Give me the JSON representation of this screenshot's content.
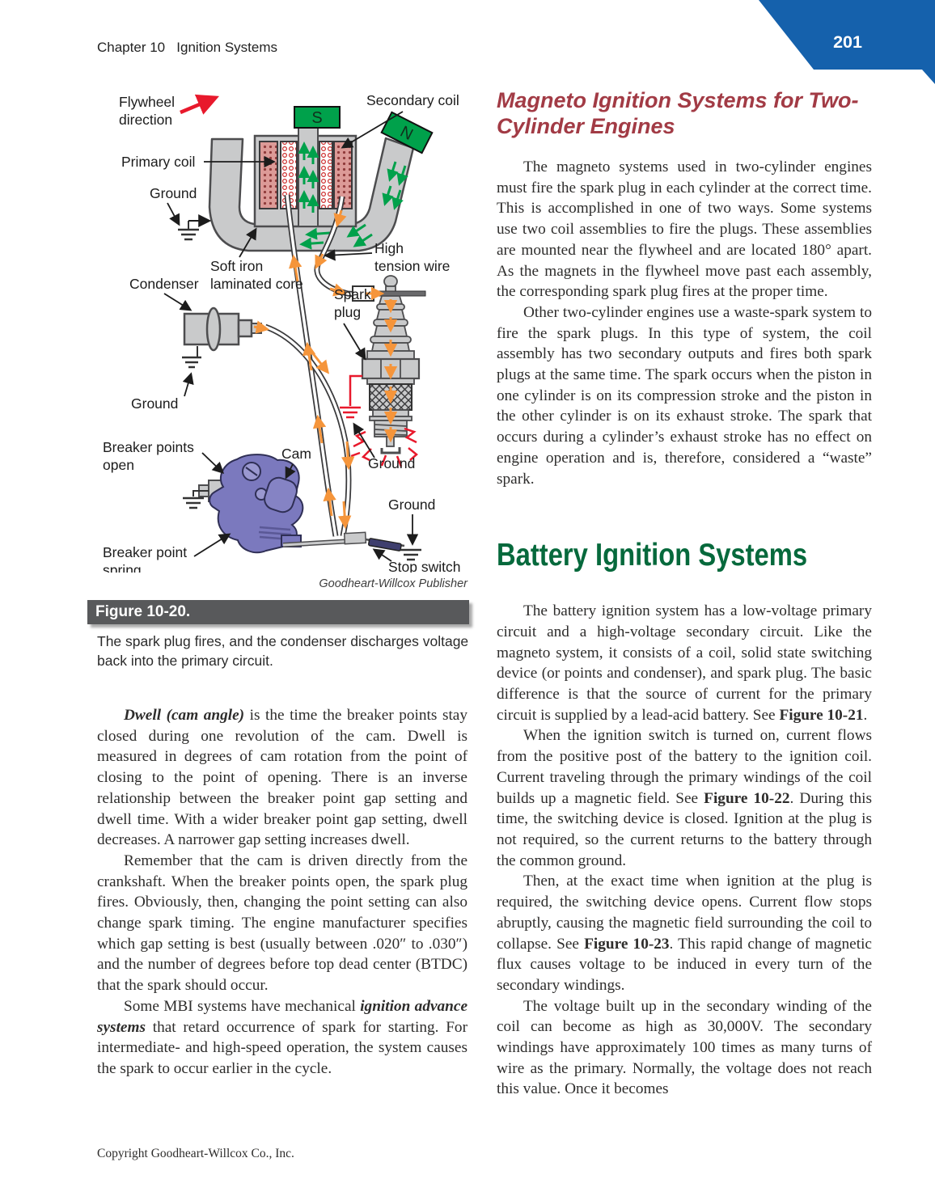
{
  "page": {
    "header": {
      "chapter": "Chapter 10   Ignition Systems",
      "page_number": "201"
    },
    "footer": {
      "copyright": "Copyright Goodheart-Willcox Co., Inc."
    }
  },
  "figure": {
    "credit": "Goodheart-Willcox Publisher",
    "caption_title": "Figure 10-20.",
    "caption_body": "The spark plug fires, and the condenser discharges voltage back into the primary circuit.",
    "labels": {
      "flywheel_1": "Flywheel",
      "flywheel_2": "direction",
      "secondary_coil": "Secondary coil",
      "primary_coil": "Primary coil",
      "ground_core": "Ground",
      "soft_iron_1": "Soft iron",
      "soft_iron_2": "laminated core",
      "condenser": "Condenser",
      "high_tension_1": "High",
      "high_tension_2": "tension wire",
      "spark_plug_1": "Spark",
      "spark_plug_2": "plug",
      "ground_condenser": "Ground",
      "breaker_points_1": "Breaker points",
      "breaker_points_2": "open",
      "cam": "Cam",
      "ground_plug": "Ground",
      "ground_switch": "Ground",
      "breaker_spring_1": "Breaker point",
      "breaker_spring_2": "spring",
      "stop_switch": "Stop switch",
      "magnet_s": "S",
      "magnet_n": "N"
    },
    "colors": {
      "badge_blue": "#1561ac",
      "heading_maroon": "#a23b45",
      "heading_green": "#06693c",
      "magnet_green": "#00a14b",
      "flux_green": "#00a14b",
      "wire_orange": "#f5953b",
      "spark_red": "#e8192c",
      "breaker_purple": "#7b79be",
      "core_gray": "#c9cacb",
      "caption_bar_gray": "#58595b"
    }
  },
  "left_column": {
    "p1_lead": "Dwell (cam angle)",
    "p1_rest": " is the time the breaker points stay closed during one revolution of the cam. Dwell is measured in degrees of cam rotation from the point of closing to the point of opening. There is an inverse relationship between the breaker point gap setting and dwell time. With a wider breaker point gap setting, dwell decreases. A narrower gap setting increases dwell.",
    "p2": "Remember that the cam is driven directly from the crankshaft. When the breaker points open, the spark plug fires. Obviously, then, changing the point setting can also change spark timing. The engine manufacturer specifies which gap setting is best (usually between .020″ to .030″) and the number of degrees before top dead center (BTDC) that the spark should occur.",
    "p3_pre": "Some MBI systems have mechanical ",
    "p3_em": "ignition advance systems",
    "p3_post": " that retard occurrence of spark for starting. For intermediate- and high-speed operation, the system causes the spark to occur earlier in the cycle."
  },
  "right_column": {
    "h2": "Magneto Ignition Systems for Two-Cylinder Engines",
    "p1": "The magneto systems used in two-cylinder engines must fire the spark plug in each cylinder at the correct time. This is accomplished in one of two ways. Some systems use two coil assemblies to fire the plugs. These assemblies are mounted near the flywheel and are located 180° apart. As the magnets in the flywheel move past each assembly, the corresponding spark plug fires at the proper time.",
    "p2": "Other two-cylinder engines use a waste-spark system to fire the spark plugs. In this type of system, the coil assembly has two secondary outputs and fires both spark plugs at the same time. The spark occurs when the piston in one cylinder is on its compression stroke and the piston in the other cylinder is on its exhaust stroke. The spark that occurs during a cylinder’s exhaust stroke has no effect on engine operation and is, therefore, considered a “waste” spark.",
    "h1": "Battery Ignition Systems",
    "p3_pre": "The battery ignition system has a low-voltage primary circuit and a high-voltage secondary circuit. Like the magneto system, it consists of a coil, solid state switching device (or points and condenser), and spark plug. The basic difference is that the source of current for the primary circuit is supplied by a lead-acid battery. See ",
    "p3_fig": "Figure 10-21",
    "p3_post": ".",
    "p4_pre": "When the ignition switch is turned on, current flows from the positive post of the battery to the ignition coil. Current traveling through the primary windings of the coil builds up a magnetic field. See ",
    "p4_fig": "Figure 10-22",
    "p4_post": ". During this time, the switching device is closed. Ignition at the plug is not required, so the current returns to the battery through the common ground.",
    "p5_pre": "Then, at the exact time when ignition at the plug is required, the switching device opens. Current flow stops abruptly, causing the magnetic field surrounding the coil to collapse. See ",
    "p5_fig": "Figure 10-23",
    "p5_post": ". This rapid change of magnetic flux causes voltage to be induced in every turn of the secondary windings.",
    "p6": "The voltage built up in the secondary winding of the coil can become as high as 30,000V. The secondary windings have approximately 100 times as many turns of wire as the primary. Normally, the voltage does not reach this value. Once it becomes"
  }
}
